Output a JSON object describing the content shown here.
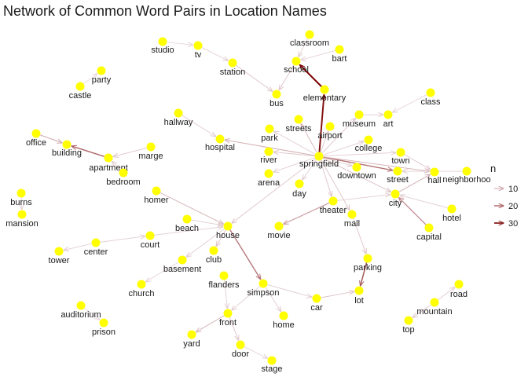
{
  "title": "Network of Common Word Pairs in Location Names",
  "colors": {
    "node": "#ffff00",
    "edge_low": "#e8d8dd",
    "edge_high": "#7a0000",
    "label": "#1a1a1a"
  },
  "legend": {
    "title": "n",
    "items": [
      {
        "label": "10",
        "n": 10
      },
      {
        "label": "20",
        "n": 20
      },
      {
        "label": "30",
        "n": 30
      }
    ]
  },
  "nodes": [
    {
      "id": "studio",
      "label": "studio"
    },
    {
      "id": "tv",
      "label": "tv"
    },
    {
      "id": "station",
      "label": "station"
    },
    {
      "id": "party",
      "label": "party"
    },
    {
      "id": "castle",
      "label": "castle"
    },
    {
      "id": "classroom",
      "label": "classroom"
    },
    {
      "id": "bart",
      "label": "bart"
    },
    {
      "id": "school",
      "label": "school"
    },
    {
      "id": "elementary",
      "label": "elementary"
    },
    {
      "id": "bus",
      "label": "bus"
    },
    {
      "id": "class",
      "label": "class"
    },
    {
      "id": "museum",
      "label": "museum"
    },
    {
      "id": "art",
      "label": "art"
    },
    {
      "id": "hallway",
      "label": "hallway"
    },
    {
      "id": "streets",
      "label": "streets"
    },
    {
      "id": "airport",
      "label": "airport"
    },
    {
      "id": "park",
      "label": "park"
    },
    {
      "id": "college",
      "label": "college"
    },
    {
      "id": "office",
      "label": "office"
    },
    {
      "id": "building",
      "label": "building"
    },
    {
      "id": "marge",
      "label": "marge"
    },
    {
      "id": "hospital",
      "label": "hospital"
    },
    {
      "id": "river",
      "label": "river"
    },
    {
      "id": "springfield",
      "label": "springfield"
    },
    {
      "id": "town",
      "label": "town"
    },
    {
      "id": "apartment",
      "label": "apartment"
    },
    {
      "id": "downtown",
      "label": "downtown"
    },
    {
      "id": "street",
      "label": "street"
    },
    {
      "id": "hall",
      "label": "hall"
    },
    {
      "id": "neighborhood",
      "label": "neighborhoo"
    },
    {
      "id": "bedroom",
      "label": "bedroom"
    },
    {
      "id": "arena",
      "label": "arena"
    },
    {
      "id": "day",
      "label": "day"
    },
    {
      "id": "homer",
      "label": "homer"
    },
    {
      "id": "burns",
      "label": "burns"
    },
    {
      "id": "city",
      "label": "city"
    },
    {
      "id": "theater",
      "label": "theater"
    },
    {
      "id": "mansion",
      "label": "mansion"
    },
    {
      "id": "hotel",
      "label": "hotel"
    },
    {
      "id": "mall",
      "label": "mall"
    },
    {
      "id": "beach",
      "label": "beach"
    },
    {
      "id": "house",
      "label": "house"
    },
    {
      "id": "movie",
      "label": "movie"
    },
    {
      "id": "capital",
      "label": "capital"
    },
    {
      "id": "court",
      "label": "court"
    },
    {
      "id": "center",
      "label": "center"
    },
    {
      "id": "tower",
      "label": "tower"
    },
    {
      "id": "club",
      "label": "club"
    },
    {
      "id": "basement",
      "label": "basement"
    },
    {
      "id": "parking",
      "label": "parking"
    },
    {
      "id": "flanders",
      "label": "flanders"
    },
    {
      "id": "church",
      "label": "church"
    },
    {
      "id": "simpson",
      "label": "simpson"
    },
    {
      "id": "road",
      "label": "road"
    },
    {
      "id": "lot",
      "label": "lot"
    },
    {
      "id": "car",
      "label": "car"
    },
    {
      "id": "mountain",
      "label": "mountain"
    },
    {
      "id": "auditorium",
      "label": "auditorium"
    },
    {
      "id": "front",
      "label": "front"
    },
    {
      "id": "home",
      "label": "home"
    },
    {
      "id": "top",
      "label": "top"
    },
    {
      "id": "prison",
      "label": "prison"
    },
    {
      "id": "yard",
      "label": "yard"
    },
    {
      "id": "door",
      "label": "door"
    },
    {
      "id": "stage",
      "label": "stage"
    }
  ],
  "edges": [
    {
      "from": "studio",
      "to": "tv",
      "n": 4
    },
    {
      "from": "tv",
      "to": "station",
      "n": 5
    },
    {
      "from": "station",
      "to": "bus",
      "n": 6
    },
    {
      "from": "classroom",
      "to": "school",
      "n": 5
    },
    {
      "from": "bart",
      "to": "school",
      "n": 4
    },
    {
      "from": "school",
      "to": "bus",
      "n": 6
    },
    {
      "from": "elementary",
      "to": "school",
      "n": 35
    },
    {
      "from": "springfield",
      "to": "elementary",
      "n": 33
    },
    {
      "from": "class",
      "to": "art",
      "n": 4
    },
    {
      "from": "museum",
      "to": "art",
      "n": 5
    },
    {
      "from": "springfield",
      "to": "museum",
      "n": 6
    },
    {
      "from": "springfield",
      "to": "streets",
      "n": 8
    },
    {
      "from": "springfield",
      "to": "airport",
      "n": 6
    },
    {
      "from": "springfield",
      "to": "park",
      "n": 5
    },
    {
      "from": "springfield",
      "to": "college",
      "n": 5
    },
    {
      "from": "springfield",
      "to": "river",
      "n": 6
    },
    {
      "from": "springfield",
      "to": "hospital",
      "n": 9
    },
    {
      "from": "springfield",
      "to": "town",
      "n": 5
    },
    {
      "from": "springfield",
      "to": "downtown",
      "n": 5
    },
    {
      "from": "springfield",
      "to": "street",
      "n": 18
    },
    {
      "from": "springfield",
      "to": "arena",
      "n": 5
    },
    {
      "from": "springfield",
      "to": "day",
      "n": 5
    },
    {
      "from": "springfield",
      "to": "theater",
      "n": 6
    },
    {
      "from": "springfield",
      "to": "mall",
      "n": 6
    },
    {
      "from": "springfield",
      "to": "house",
      "n": 6
    },
    {
      "from": "springfield",
      "to": "city",
      "n": 7
    },
    {
      "from": "springfield",
      "to": "hall",
      "n": 8
    },
    {
      "from": "hallway",
      "to": "hospital",
      "n": 5
    },
    {
      "from": "office",
      "to": "building",
      "n": 10
    },
    {
      "from": "apartment",
      "to": "building",
      "n": 20
    },
    {
      "from": "marge",
      "to": "apartment",
      "n": 6
    },
    {
      "from": "bedroom",
      "to": "apartment",
      "n": 5
    },
    {
      "from": "town",
      "to": "hall",
      "n": 6
    },
    {
      "from": "city",
      "to": "hall",
      "n": 9
    },
    {
      "from": "neighborhood",
      "to": "street",
      "n": 5
    },
    {
      "from": "capital",
      "to": "city",
      "n": 15
    },
    {
      "from": "hotel",
      "to": "city",
      "n": 5
    },
    {
      "from": "homer",
      "to": "house",
      "n": 8
    },
    {
      "from": "beach",
      "to": "house",
      "n": 5
    },
    {
      "from": "court",
      "to": "house",
      "n": 5
    },
    {
      "from": "house",
      "to": "club",
      "n": 6
    },
    {
      "from": "house",
      "to": "basement",
      "n": 5
    },
    {
      "from": "house",
      "to": "simpson",
      "n": 18
    },
    {
      "from": "theater",
      "to": "movie",
      "n": 12
    },
    {
      "from": "theater",
      "to": "city",
      "n": 5
    },
    {
      "from": "center",
      "to": "court",
      "n": 5
    },
    {
      "from": "center",
      "to": "tower",
      "n": 5
    },
    {
      "from": "mall",
      "to": "parking",
      "n": 6
    },
    {
      "from": "parking",
      "to": "lot",
      "n": 22
    },
    {
      "from": "car",
      "to": "lot",
      "n": 6
    },
    {
      "from": "simpson",
      "to": "car",
      "n": 5
    },
    {
      "from": "simpson",
      "to": "home",
      "n": 5
    },
    {
      "from": "simpson",
      "to": "front",
      "n": 5
    },
    {
      "from": "flanders",
      "to": "front",
      "n": 5
    },
    {
      "from": "basement",
      "to": "church",
      "n": 4
    },
    {
      "from": "front",
      "to": "yard",
      "n": 8
    },
    {
      "from": "front",
      "to": "door",
      "n": 6
    },
    {
      "from": "door",
      "to": "stage",
      "n": 4
    },
    {
      "from": "mountain",
      "to": "road",
      "n": 5
    },
    {
      "from": "mountain",
      "to": "top",
      "n": 5
    },
    {
      "from": "auditorium",
      "to": "prison",
      "n": 3
    },
    {
      "from": "castle",
      "to": "party",
      "n": 3
    },
    {
      "from": "burns",
      "to": "mansion",
      "n": 4
    }
  ]
}
